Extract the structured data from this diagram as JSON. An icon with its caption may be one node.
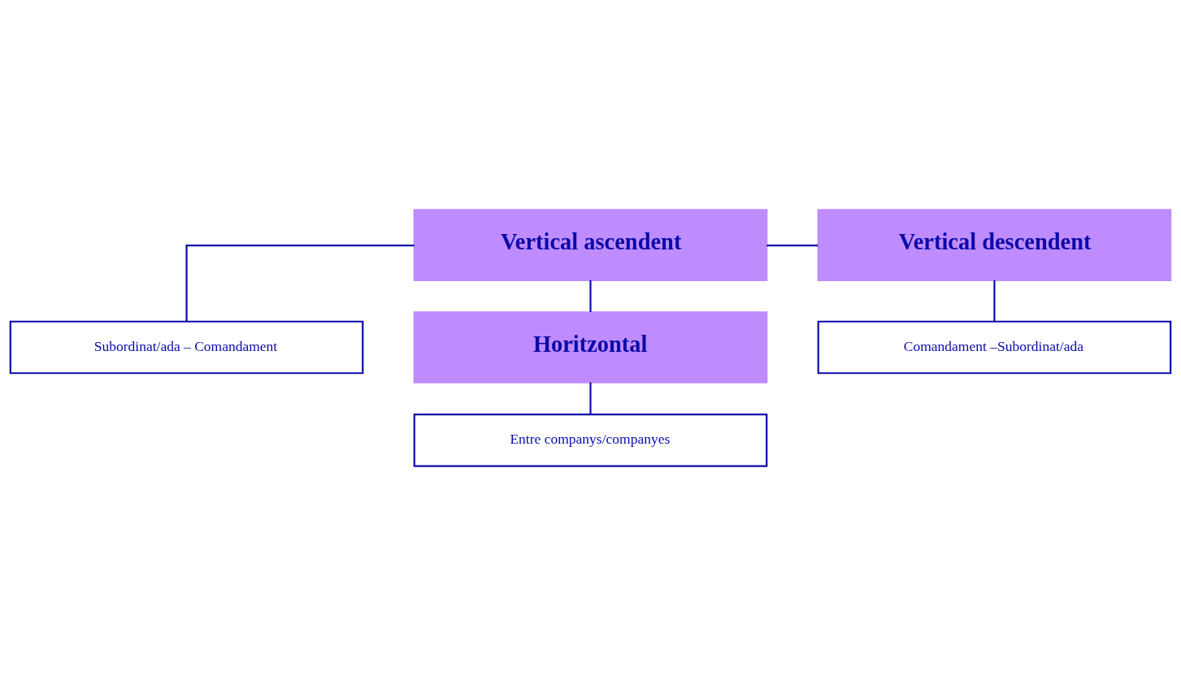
{
  "diagram": {
    "nodes": [
      {
        "text": [
          "Vertical ascendent"
        ]
      },
      {
        "text": [
          "Subordinat/ada – Comandament"
        ]
      },
      {
        "text": [
          "Vertical descendent"
        ]
      },
      {
        "text": [
          "Comandament –Subordinat/ada"
        ]
      },
      {
        "text": [
          "Horitzontal"
        ]
      },
      {
        "text": [
          "Entre companys/companyes"
        ]
      }
    ],
    "edges": [
      {
        "from": 0,
        "to": 2,
        "arrow": "none"
      },
      {
        "from": 0,
        "to": 4,
        "arrow": "none"
      },
      {
        "from": 0,
        "to": 1,
        "arrow": "none"
      },
      {
        "from": 2,
        "to": 3,
        "arrow": "none"
      },
      {
        "from": 4,
        "to": 5,
        "arrow": "none"
      }
    ]
  }
}
